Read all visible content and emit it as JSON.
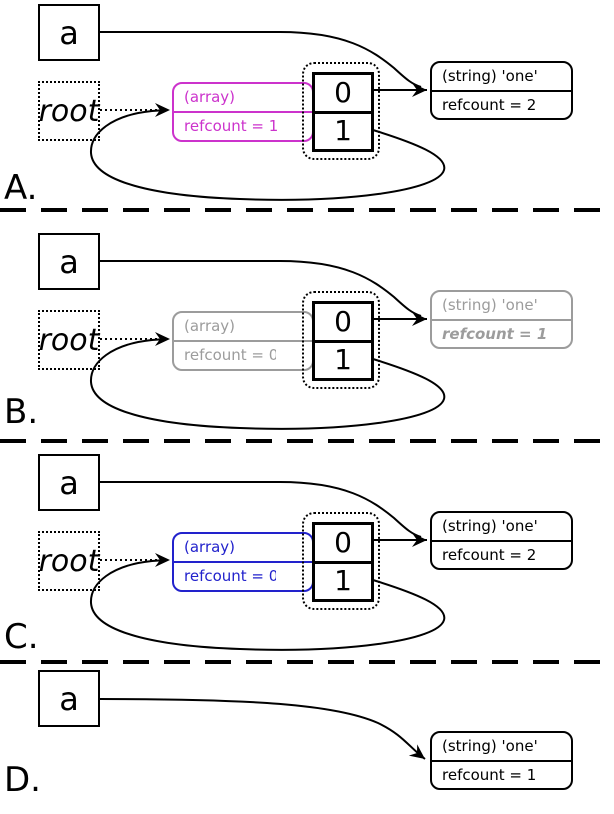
{
  "colors": {
    "magenta": "#cc33cc",
    "blue": "#2222cc",
    "gray": "#9c9c9c",
    "black": "#000000"
  },
  "panels": [
    {
      "label": "A.",
      "var": "a",
      "root": "root",
      "array": {
        "type": "(array)",
        "refcount": "refcount = 1"
      },
      "cells": [
        "0",
        "1"
      ],
      "string": {
        "type": "(string) 'one'",
        "refcount": "refcount = 2"
      }
    },
    {
      "label": "B.",
      "var": "a",
      "root": "root",
      "array": {
        "type": "(array)",
        "refcount": "refcount = 0"
      },
      "cells": [
        "0",
        "1"
      ],
      "string": {
        "type": "(string) 'one'",
        "refcount": "refcount = 1"
      }
    },
    {
      "label": "C.",
      "var": "a",
      "root": "root",
      "array": {
        "type": "(array)",
        "refcount": "refcount = 0"
      },
      "cells": [
        "0",
        "1"
      ],
      "string": {
        "type": "(string) 'one'",
        "refcount": "refcount = 2"
      }
    },
    {
      "label": "D.",
      "var": "a",
      "string": {
        "type": "(string) 'one'",
        "refcount": "refcount = 1"
      }
    }
  ]
}
